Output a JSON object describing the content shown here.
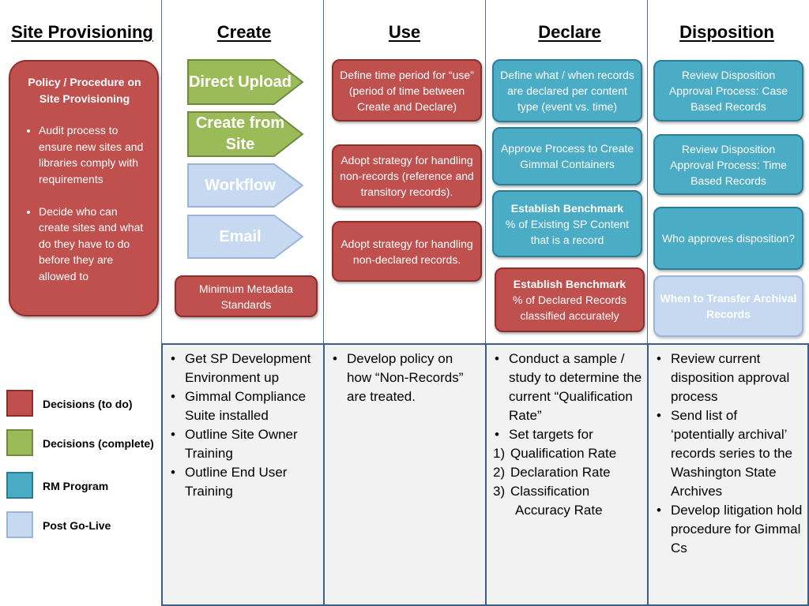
{
  "columns": {
    "site_provisioning": "Site Provisioning",
    "create": "Create",
    "use": "Use",
    "declare": "Declare",
    "disposition": "Disposition"
  },
  "policy": {
    "heading": "Policy / Procedure on Site Provisioning",
    "bullets": [
      "Audit process to ensure new sites and libraries comply with requirements",
      "Decide who can create sites and what do they have to do before they are allowed to"
    ]
  },
  "create_column": {
    "arrows": [
      "Direct Upload",
      "Create from Site",
      "Workflow",
      "Email"
    ],
    "metadata_box": "Minimum Metadata Standards"
  },
  "use_column": {
    "boxes": [
      "Define time period for “use” (period of time between Create and Declare)",
      "Adopt strategy for handling non-records (reference and transitory records).",
      "Adopt strategy for handling non-declared records."
    ]
  },
  "declare_column": {
    "box1": "Define what / when records are declared per content type (event vs. time)",
    "box2": "Approve Process to Create Gimmal Containers",
    "box3_title": "Establish Benchmark",
    "box3_body": "% of Existing SP Content  that is a record",
    "box4_title": "Establish Benchmark",
    "box4_body": "% of Declared Records classified accurately"
  },
  "disposition_column": {
    "boxes": [
      "Review Disposition Approval Process: Case Based Records",
      "Review Disposition Approval Process: Time Based Records",
      "Who approves disposition?"
    ],
    "post_golive_box": "When to Transfer Archival Records"
  },
  "lower": {
    "create": [
      "Get SP Development Environment up",
      "Gimmal Compliance Suite installed",
      "Outline Site Owner Training",
      "Outline End User Training"
    ],
    "use": [
      "Develop policy on how “Non-Records” are treated."
    ],
    "declare": {
      "bullets": [
        "Conduct a sample / study to determine the current “Qualification Rate”",
        "Set targets for"
      ],
      "numbered": [
        {
          "num": "1)",
          "text": "Qualification Rate"
        },
        {
          "num": "2)",
          "text": "Declaration Rate"
        },
        {
          "num": "3)",
          "text": "Classification"
        }
      ],
      "continuation": "Accuracy Rate"
    },
    "disposition": [
      "Review current disposition approval process",
      "Send list of ‘potentially archival’ records series to the Washington State Archives",
      "Develop litigation hold procedure for Gimmal Cs"
    ]
  },
  "legend": [
    {
      "label": "Decisions (to do)",
      "color": "#c0504d"
    },
    {
      "label": "Decisions (complete)",
      "color": "#9bbb59"
    },
    {
      "label": "RM Program",
      "color": "#4bacc6"
    },
    {
      "label": "Post Go-Live",
      "color": "#c6d9f1"
    }
  ],
  "colors": {
    "red": "#c0504d",
    "green": "#9bbb59",
    "teal": "#4bacc6",
    "pale_blue": "#c6d9f1",
    "divider": "#4a6fa8"
  }
}
